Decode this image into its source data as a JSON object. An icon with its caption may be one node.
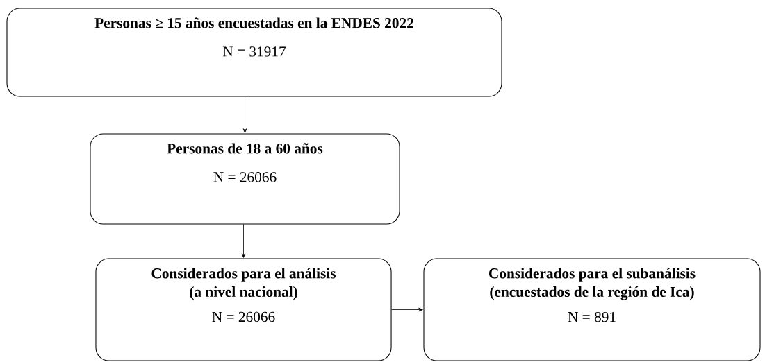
{
  "diagram": {
    "nodes": [
      {
        "text": [
          "Personas ≥ 15 años encuestadas en la ENDES 2022",
          "N = 31917"
        ]
      },
      {
        "text": [
          "Personas de 18 a 60 años",
          "N = 26066"
        ]
      },
      {
        "text": [
          "Considerados para el análisis (a nivel nacional)",
          "N = 26066"
        ]
      },
      {
        "text": [
          "Considerados para el subanálisis (encuestados de la región de Ica)",
          "N = 891"
        ]
      }
    ],
    "edges": [
      {
        "from": 0,
        "to": 1,
        "arrow": "to"
      },
      {
        "from": 1,
        "to": 2,
        "arrow": "to"
      },
      {
        "from": 2,
        "to": 3,
        "arrow": "to"
      }
    ]
  }
}
